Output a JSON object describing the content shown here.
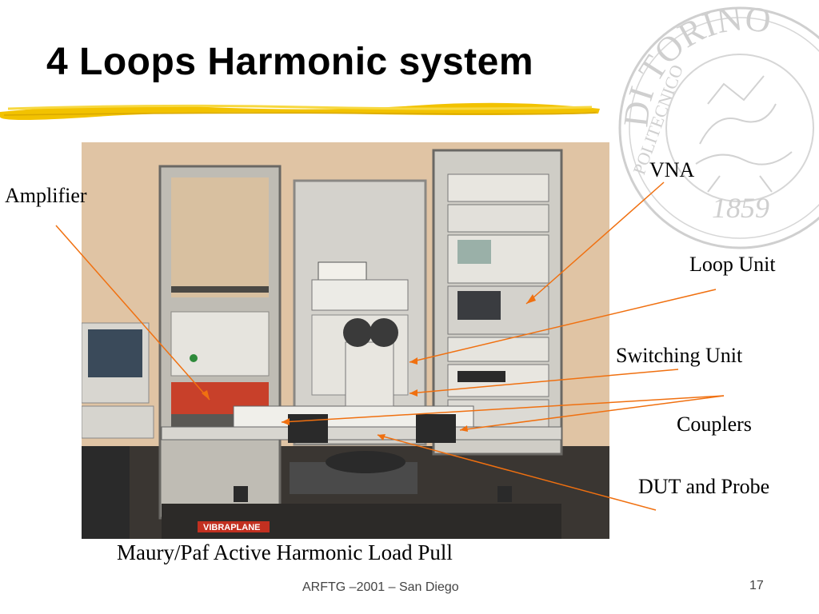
{
  "slide": {
    "title": "4 Loops Harmonic system",
    "caption": "Maury/Paf  Active Harmonic Load Pull",
    "footer": "ARFTG –2001 – San Diego",
    "page_number": "17"
  },
  "labels": {
    "vna": "VNA",
    "amplifier": "Amplifier",
    "loop_unit": "Loop Unit",
    "switching_unit": "Switching Unit",
    "couplers": "Couplers",
    "dut_probe": "DUT and Probe"
  },
  "photo": {
    "table_brand": "VIBRAPLANE"
  },
  "seal": {
    "text_top": "DI TORINO",
    "text_left": "POLITECNICO",
    "year": "1859"
  },
  "colors": {
    "accent_underline": "#f2c200",
    "leader_lines": "#f07010",
    "seal": "#c8c8c8"
  }
}
